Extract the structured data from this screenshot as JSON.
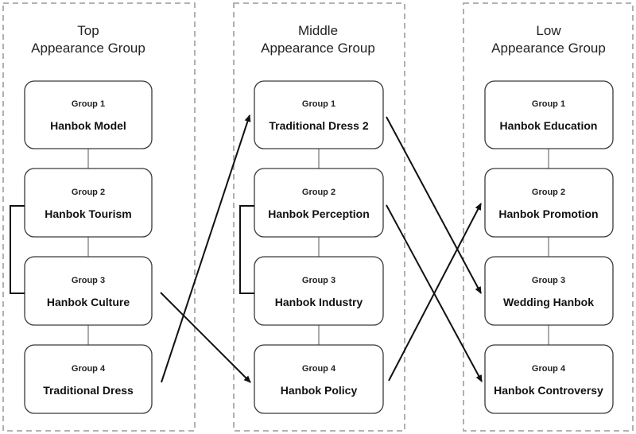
{
  "columns": [
    {
      "title_line1": "Top",
      "title_line2": "Appearance Group",
      "groups": [
        {
          "label": "Group 1",
          "name": "Hanbok Model"
        },
        {
          "label": "Group 2",
          "name": "Hanbok Tourism"
        },
        {
          "label": "Group 3",
          "name": "Hanbok Culture"
        },
        {
          "label": "Group 4",
          "name": "Traditional Dress"
        }
      ]
    },
    {
      "title_line1": "Middle",
      "title_line2": "Appearance Group",
      "groups": [
        {
          "label": "Group 1",
          "name": "Traditional Dress 2"
        },
        {
          "label": "Group 2",
          "name": "Hanbok Perception"
        },
        {
          "label": "Group 3",
          "name": "Hanbok Industry"
        },
        {
          "label": "Group 4",
          "name": "Hanbok Policy"
        }
      ]
    },
    {
      "title_line1": "Low",
      "title_line2": "Appearance Group",
      "groups": [
        {
          "label": "Group 1",
          "name": "Hanbok Education"
        },
        {
          "label": "Group 2",
          "name": "Hanbok Promotion"
        },
        {
          "label": "Group 3",
          "name": "Wedding Hanbok"
        },
        {
          "label": "Group 4",
          "name": "Hanbok Controversy"
        }
      ]
    }
  ],
  "brackets": [
    {
      "column": 0,
      "from_group": 1,
      "to_group": 2
    },
    {
      "column": 1,
      "from_group": 1,
      "to_group": 2
    }
  ],
  "arrows": [
    {
      "from_column": 0,
      "from_group": 3,
      "to_column": 1,
      "to_group": 0
    },
    {
      "from_column": 0,
      "from_group": 2,
      "to_column": 1,
      "to_group": 3
    },
    {
      "from_column": 1,
      "from_group": 0,
      "to_column": 2,
      "to_group": 2
    },
    {
      "from_column": 1,
      "from_group": 1,
      "to_column": 2,
      "to_group": 3
    },
    {
      "from_column": 1,
      "from_group": 3,
      "to_column": 2,
      "to_group": 1
    }
  ]
}
